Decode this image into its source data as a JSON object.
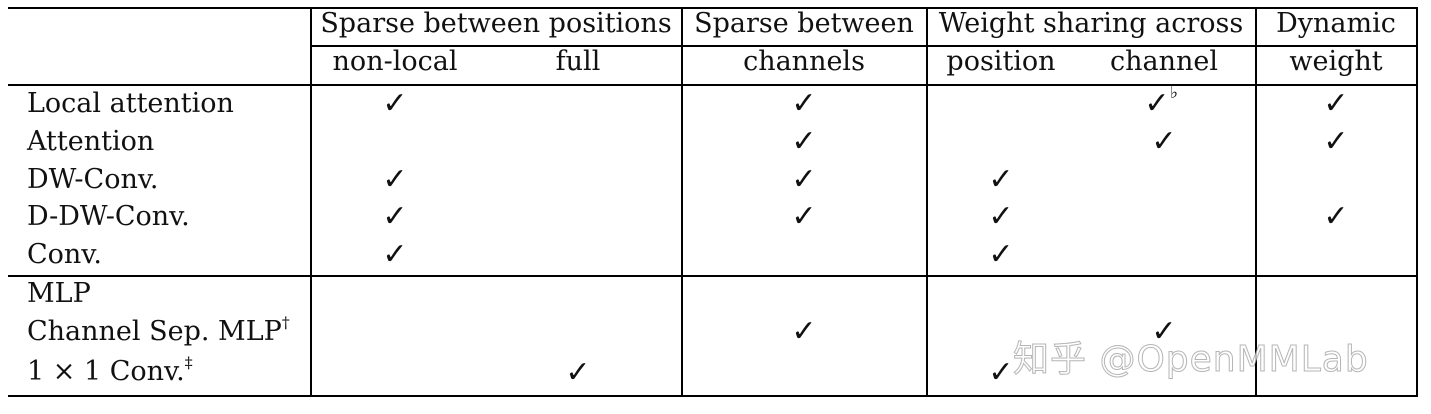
{
  "header": {
    "group_positions": "Sparse between positions",
    "sub_nonlocal": "non-local",
    "sub_full": "full",
    "group_channels_1": "Sparse between",
    "group_channels_2": "channels",
    "group_weight": "Weight sharing across",
    "sub_position": "position",
    "sub_channel": "channel",
    "group_dynamic_1": "Dynamic",
    "group_dynamic_2": "weight"
  },
  "rows": [
    {
      "label": "Local attention",
      "sup": ""
    },
    {
      "label": "Attention",
      "sup": ""
    },
    {
      "label": "DW-Conv.",
      "sup": ""
    },
    {
      "label": "D-DW-Conv.",
      "sup": ""
    },
    {
      "label": "Conv.",
      "sup": ""
    },
    {
      "label": "MLP",
      "sup": ""
    },
    {
      "label": "Channel Sep. MLP",
      "sup": "†"
    },
    {
      "label": "1 × 1 Conv.",
      "sup": "‡"
    }
  ],
  "check_symbol": "✓",
  "flat_symbol": "♭",
  "watermark": "知乎 @OpenMMLab"
}
